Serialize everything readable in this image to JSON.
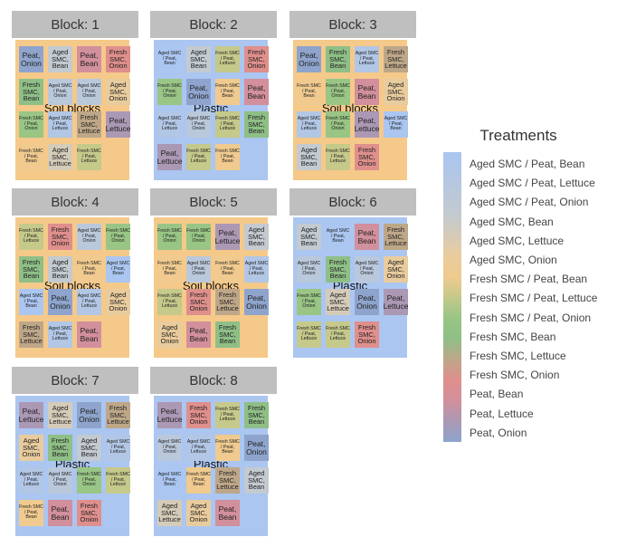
{
  "background_labels": {
    "soil": "Soil blocks",
    "plastic": "Plastic"
  },
  "legend": {
    "title": "Treatments",
    "items": [
      {
        "key": "AMPB",
        "label": "Aged SMC / Peat, Bean",
        "cell_text": "Aged SMC / Peat, Bean",
        "color": "#aac6f1"
      },
      {
        "key": "AMPL",
        "label": "Aged SMC / Peat, Lettuce",
        "cell_text": "Aged SMC / Peat, Lettuce",
        "color": "#b2c6e5"
      },
      {
        "key": "AMPO",
        "label": "Aged SMC / Peat, Onion",
        "cell_text": "Aged SMC / Peat, Onion",
        "color": "#bac8db"
      },
      {
        "key": "AMB",
        "label": "Aged SMC, Bean",
        "cell_text": "Aged SMC, Bean",
        "color": "#c3cad0"
      },
      {
        "key": "AML",
        "label": "Aged SMC, Lettuce",
        "cell_text": "Aged SMC, Lettuce",
        "color": "#d5cbb9"
      },
      {
        "key": "AMO",
        "label": "Aged SMC, Onion",
        "cell_text": "Aged SMC, Onion",
        "color": "#e9cc9e"
      },
      {
        "key": "FMPB",
        "label": "Fresh SMC / Peat, Bean",
        "cell_text": "Fresh SMC / Peat, Bean",
        "color": "#f0ca8f"
      },
      {
        "key": "FMPL",
        "label": "Fresh SMC / Peat, Lettuce",
        "cell_text": "Fresh SMC / Peat, Lettuce",
        "color": "#c5c98a"
      },
      {
        "key": "FMPO",
        "label": "Fresh SMC / Peat, Onion",
        "cell_text": "Fresh SMC / Peat, Onion",
        "color": "#99c585"
      },
      {
        "key": "FMB",
        "label": "Fresh SMC, Bean",
        "cell_text": "Fresh SMC, Bean",
        "color": "#8fbf86"
      },
      {
        "key": "FML",
        "label": "Fresh SMC, Lettuce",
        "cell_text": "Fresh SMC, Lettuce",
        "color": "#bea789"
      },
      {
        "key": "FMO",
        "label": "Fresh SMC, Onion",
        "cell_text": "Fresh SMC, Onion",
        "color": "#df8f8c"
      },
      {
        "key": "PB",
        "label": "Peat, Bean",
        "cell_text": "Peat, Bean",
        "color": "#d28f9c"
      },
      {
        "key": "PL",
        "label": "Peat, Lettuce",
        "cell_text": "Peat, Lettuce",
        "color": "#ab98b4"
      },
      {
        "key": "PO",
        "label": "Peat, Onion",
        "cell_text": "Peat, Onion",
        "color": "#8ea4cc"
      }
    ]
  },
  "blocks": [
    {
      "title": "Block: 1",
      "background": "soil",
      "rows": [
        [
          "PO",
          "AMB",
          "PB",
          "FMO"
        ],
        [
          "FMB",
          "AMPO",
          "AMPO",
          "AMO"
        ],
        [
          "FMPO",
          "AMPL",
          "FML",
          "PL"
        ],
        [
          "FMPB",
          "AML",
          "FMPL",
          null
        ]
      ]
    },
    {
      "title": "Block: 2",
      "background": "plastic",
      "rows": [
        [
          "AMPB",
          "AMB",
          "FMPL",
          "FMO"
        ],
        [
          "FMPO",
          "PO",
          "FMPB",
          "PB"
        ],
        [
          "AMPL",
          "AMPO",
          "FMPL",
          "FMB"
        ],
        [
          "PL",
          "FMPL",
          "FMPB",
          null
        ]
      ]
    },
    {
      "title": "Block: 3",
      "background": "soil",
      "rows": [
        [
          "PO",
          "FMB",
          "AMPL",
          "FML"
        ],
        [
          "FMPB",
          "FMPO",
          "PB",
          "AMO"
        ],
        [
          "AMPL",
          "FMPO",
          "PL",
          "AMPB"
        ],
        [
          "AMB",
          "FMPL",
          "FMO",
          null
        ]
      ]
    },
    {
      "title": "Block: 4",
      "background": "soil",
      "rows": [
        [
          "FMPL",
          "FMO",
          "AMPO",
          "FMPO"
        ],
        [
          "FMB",
          "AMB",
          "FMPB",
          "AMPB"
        ],
        [
          "AMPB",
          "PO",
          "AMPL",
          "AMO"
        ],
        [
          "FML",
          "AMPL",
          "PB",
          null
        ]
      ]
    },
    {
      "title": "Block: 5",
      "background": "soil",
      "rows": [
        [
          "FMPO",
          "FMPO",
          "PL",
          "AMB"
        ],
        [
          "FMPB",
          "AMPO",
          "FMPB",
          "AMPL"
        ],
        [
          "FMPL",
          "FMO",
          "FML",
          "PO"
        ],
        [
          "AMO",
          "PB",
          "FMB",
          null
        ]
      ]
    },
    {
      "title": "Block: 6",
      "background": "plastic",
      "rows": [
        [
          "AMB",
          "AMPB",
          "PB",
          "FML"
        ],
        [
          "AMPO",
          "FMB",
          "AMPO",
          "AMO"
        ],
        [
          "FMPO",
          "AML",
          "PO",
          "PL"
        ],
        [
          "FMPL",
          "FMPL",
          "FMO",
          null
        ]
      ]
    },
    {
      "title": "Block: 7",
      "background": "plastic",
      "rows": [
        [
          "PL",
          "AML",
          "PO",
          "FML"
        ],
        [
          "AMO",
          "FMB",
          "AMB",
          "AMPL"
        ],
        [
          "AMPL",
          "AMPO",
          "FMPO",
          "FMPL"
        ],
        [
          "FMPB",
          "PB",
          "FMO",
          null
        ]
      ]
    },
    {
      "title": "Block: 8",
      "background": "plastic",
      "rows": [
        [
          "PL",
          "FMO",
          "FMPL",
          "FMB"
        ],
        [
          "AMPO",
          "AMPL",
          "FMPB",
          "PO"
        ],
        [
          "AMPB",
          "FMPB",
          "FML",
          "AMB"
        ],
        [
          "AML",
          "AMO",
          "PB",
          null
        ]
      ]
    }
  ]
}
